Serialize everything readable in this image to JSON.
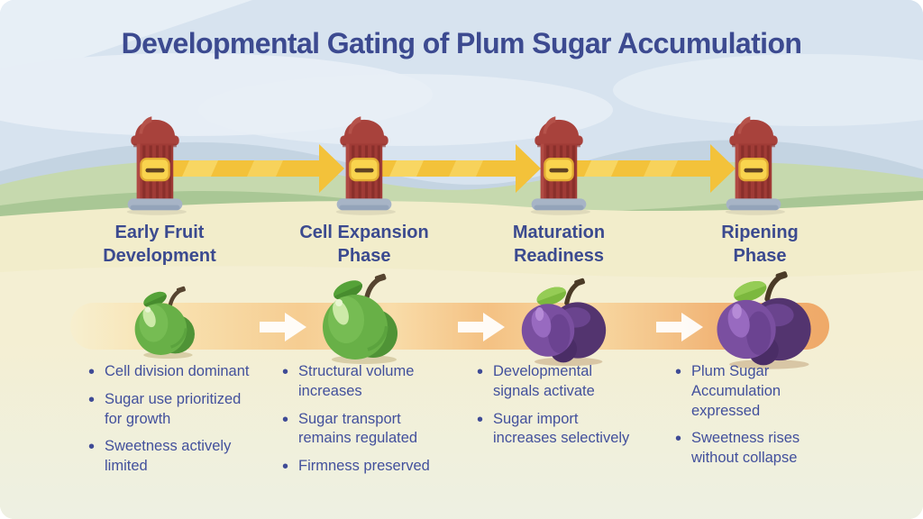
{
  "title": "Developmental Gating of Plum Sugar Accumulation",
  "colors": {
    "text_navy": "#3c4a90",
    "gate_red": "#a8423c",
    "gate_plaque_yellow": "#f9d44e",
    "gate_base_gray": "#a7b4c6",
    "arrow_yellow": "#f3c23a",
    "band_orange": "#f4c183",
    "plum_green": "#68b047",
    "plum_purple": "#7a4fa0",
    "sky_blue": "#d7e3ef",
    "ground_cream": "#f2edcb"
  },
  "stages": [
    {
      "label": "Early Fruit Development",
      "fruit": "small-green-plum",
      "bullets": [
        "Cell division dominant",
        "Sugar use prioritized for growth",
        "Sweetness actively limited"
      ]
    },
    {
      "label": "Cell Expansion Phase",
      "fruit": "large-green-plum",
      "bullets": [
        "Structural volume increases",
        "Sugar transport remains regulated",
        "Firmness preserved"
      ]
    },
    {
      "label": "Maturation Readiness",
      "fruit": "purple-plum",
      "bullets": [
        "Developmental signals activate",
        "Sugar import increases selectively"
      ]
    },
    {
      "label": "Ripening Phase",
      "fruit": "large-purple-plum",
      "bullets": [
        "Plum Sugar Accumulation expressed",
        "Sweetness rises without collapse"
      ]
    }
  ]
}
